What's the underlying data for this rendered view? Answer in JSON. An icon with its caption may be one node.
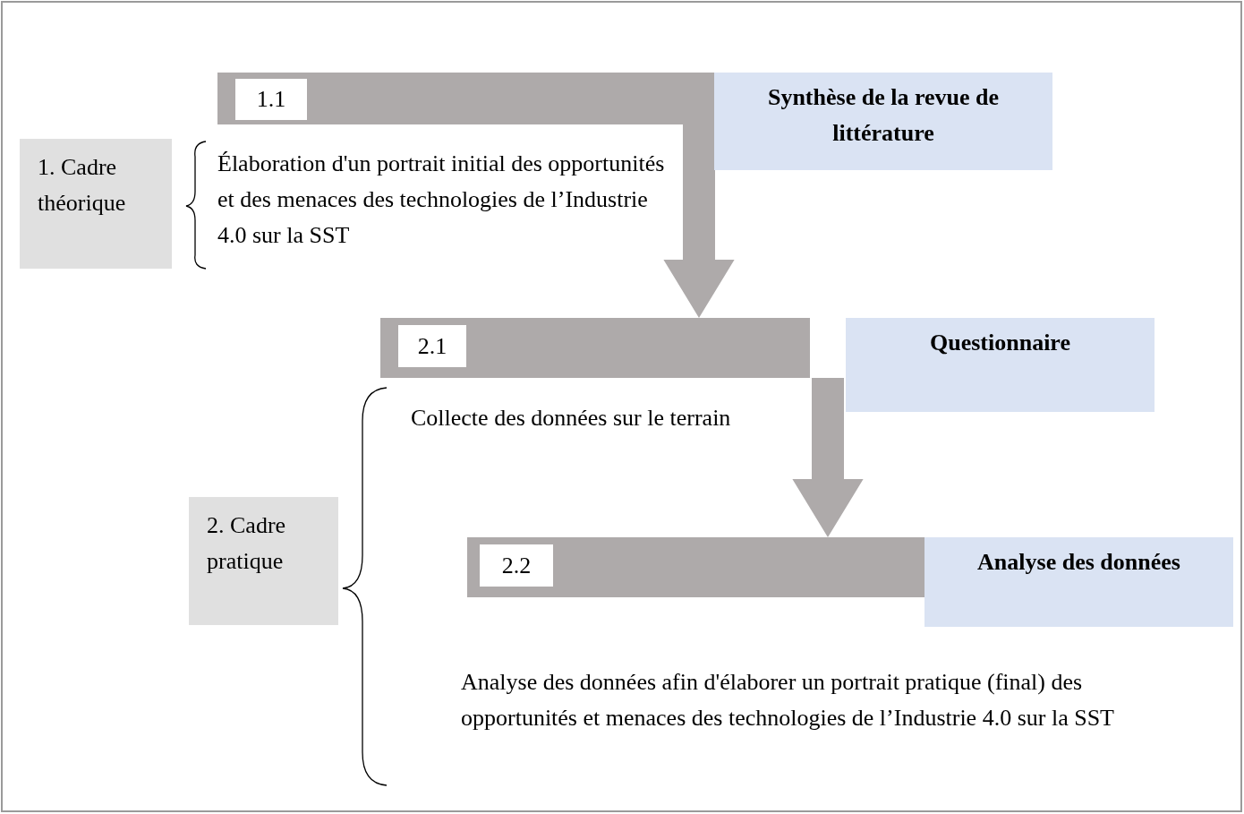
{
  "diagram": {
    "nodes": [
      {
        "text": [
          "1. Cadre théorique"
        ]
      },
      {
        "text": [],
        "shape": "bar"
      },
      {
        "text": [
          "1.1"
        ],
        "in": 1
      },
      {
        "text": [
          "Synthèse de la revue de littérature"
        ]
      },
      {
        "text": [],
        "shape": "bar"
      },
      {
        "text": [
          "2.1"
        ],
        "in": 4
      },
      {
        "text": [
          "Questionnaire"
        ]
      },
      {
        "text": [],
        "shape": "bar"
      },
      {
        "text": [
          "2.2"
        ],
        "in": 7
      },
      {
        "text": [
          "Analyse des données"
        ]
      },
      {
        "text": [
          "2. Cadre pratique"
        ]
      }
    ],
    "edges": [
      {
        "from": 1,
        "to": 4,
        "arrow": "to",
        "style": "thick"
      },
      {
        "from": 4,
        "to": 7,
        "arrow": "to",
        "style": "thick"
      }
    ],
    "labels": [
      "Élaboration d'un portrait initial des opportunités et des menaces des technologies de l’Industrie 4.0 sur la SST",
      "Collecte des données sur le terrain",
      "Analyse des données afin d'élaborer un portrait pratique (final) des opportunités et menaces des technologies de l’Industrie 4.0 sur la SST"
    ]
  }
}
